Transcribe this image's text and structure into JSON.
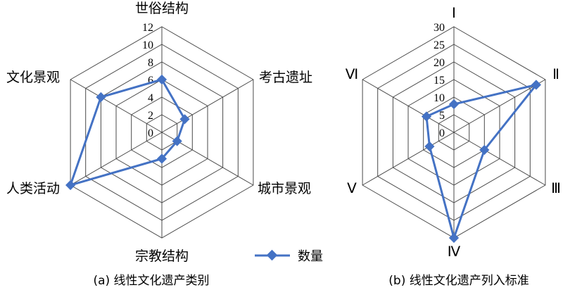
{
  "colors": {
    "series": "#4472C4",
    "grid": "#4a4a4a"
  },
  "legend": {
    "label": "数量"
  },
  "chart_data": [
    {
      "type": "radar",
      "caption": "(a) 线性文化遗产类别",
      "axes": [
        "世俗结构",
        "考古遗址",
        "城市景观",
        "宗教结构",
        "人类活动",
        "文化景观"
      ],
      "ticks": [
        0,
        2,
        4,
        6,
        8,
        10,
        12
      ],
      "rlim": [
        0,
        12
      ],
      "grid": true,
      "series": [
        {
          "name": "数量",
          "values": [
            6,
            3,
            2,
            3,
            12,
            8
          ]
        }
      ]
    },
    {
      "type": "radar",
      "caption": "(b) 线性文化遗产列入标准",
      "axes": [
        "Ⅰ",
        "Ⅱ",
        "Ⅲ",
        "Ⅳ",
        "Ⅴ",
        "Ⅵ"
      ],
      "ticks": [
        0,
        5,
        10,
        15,
        20,
        25,
        30
      ],
      "rlim": [
        0,
        30
      ],
      "grid": true,
      "series": [
        {
          "name": "数量",
          "values": [
            8,
            27,
            10,
            30,
            8,
            9
          ]
        }
      ]
    }
  ]
}
